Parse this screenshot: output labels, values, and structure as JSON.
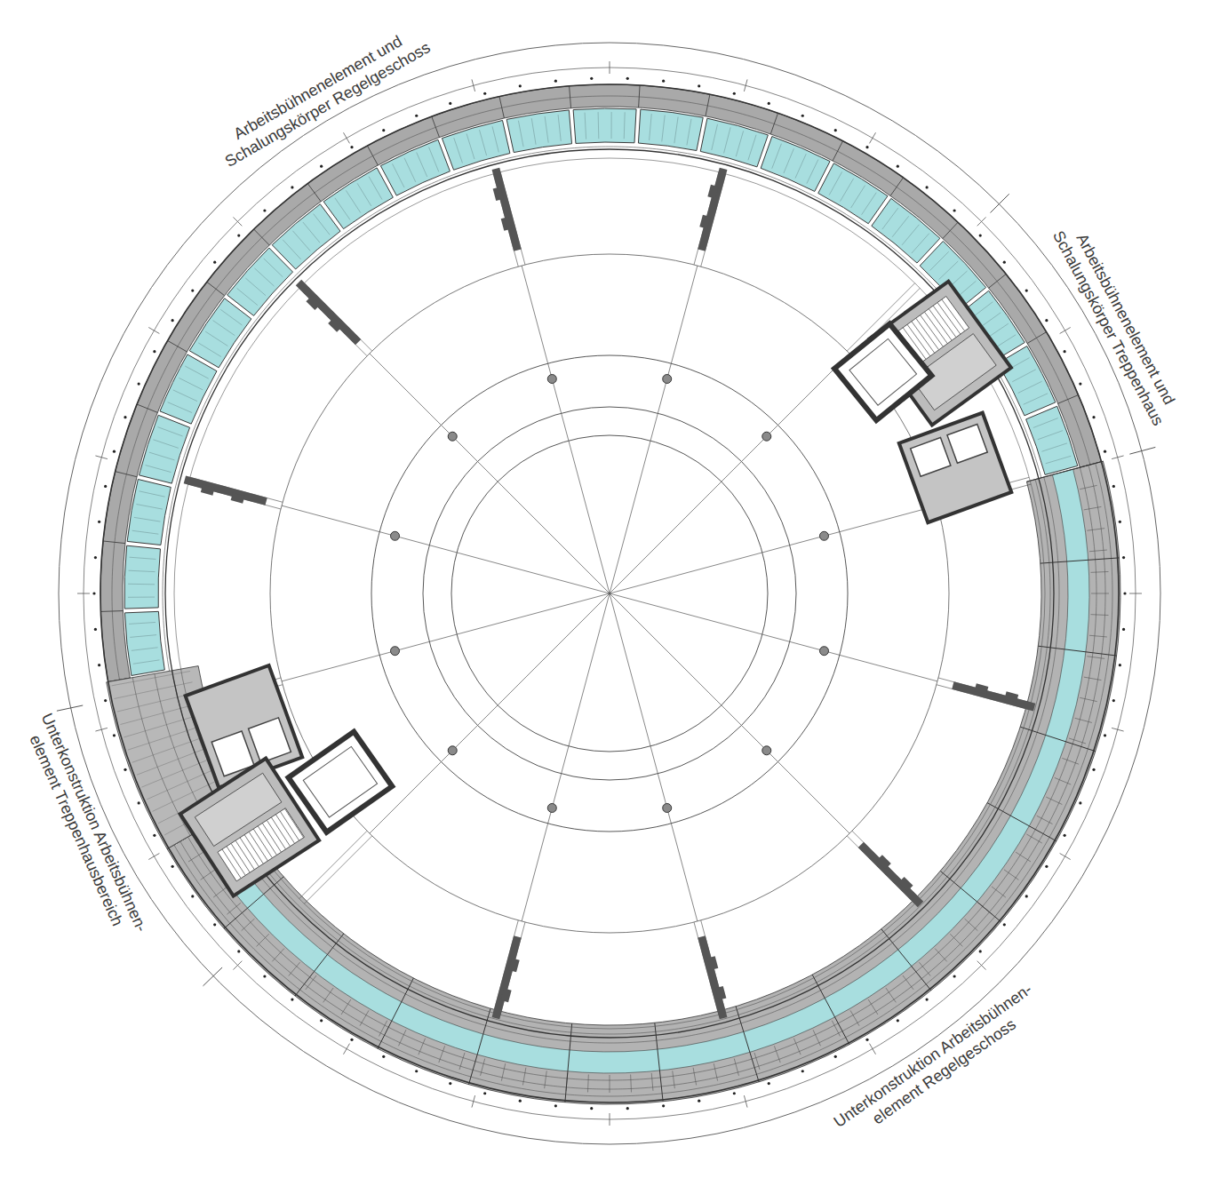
{
  "diagram": {
    "labels": [
      "Arbeitsbühnenelement und Schalungskörper Regelgeschoss",
      "Arbeitsbühnenelement und Schalungskörper Treppenhaus",
      "Unterkonstruktion Arbeitsbühnen- element Treppenhausbereich",
      "Unterkonstruktion Arbeitsbühnen- element Regelgeschoss"
    ]
  }
}
